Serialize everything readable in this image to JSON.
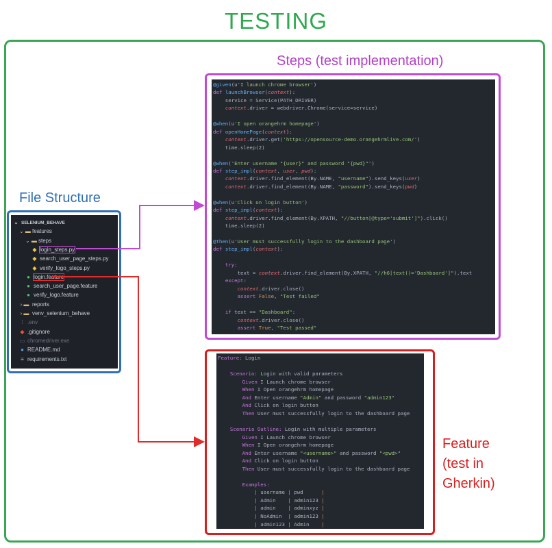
{
  "title": "TESTING",
  "labels": {
    "steps": "Steps (test implementation)",
    "file_structure": "File Structure",
    "feature": [
      "Feature",
      "(test in",
      "Gherkin)"
    ]
  },
  "colors": {
    "title": "#2fa84f",
    "steps": "#c04ad1",
    "file_structure": "#2f6fb5",
    "feature": "#d81e1e"
  },
  "file_tree": [
    {
      "indent": 0,
      "icon": "chevron-down-icon",
      "glyph": "⌄",
      "label": "SELENIUM_BEHAVE",
      "style": "root"
    },
    {
      "indent": 1,
      "icon": "folder-open-icon",
      "glyph": "⌄ ▬",
      "label": "features",
      "style": "folder"
    },
    {
      "indent": 2,
      "icon": "folder-open-icon",
      "glyph": "⌄ ▬",
      "label": "steps",
      "style": "folder"
    },
    {
      "indent": 3,
      "icon": "python-file-icon",
      "glyph": "◆",
      "label": "login_steps.py",
      "style": "py",
      "highlight": "purple"
    },
    {
      "indent": 3,
      "icon": "python-file-icon",
      "glyph": "◆",
      "label": "search_user_page_steps.py",
      "style": "py"
    },
    {
      "indent": 3,
      "icon": "python-file-icon",
      "glyph": "◆",
      "label": "verify_logo_steps.py",
      "style": "py"
    },
    {
      "indent": 2,
      "icon": "cucumber-file-icon",
      "glyph": "●",
      "label": "login.feature",
      "style": "cuke",
      "highlight": "red"
    },
    {
      "indent": 2,
      "icon": "cucumber-file-icon",
      "glyph": "●",
      "label": "search_user_page.feature",
      "style": "cuke"
    },
    {
      "indent": 2,
      "icon": "cucumber-file-icon",
      "glyph": "●",
      "label": "verify_logo.feature",
      "style": "cuke"
    },
    {
      "indent": 1,
      "icon": "folder-closed-icon",
      "glyph": "› ▬",
      "label": "reports",
      "style": "folder"
    },
    {
      "indent": 1,
      "icon": "folder-closed-icon",
      "glyph": "› ▬",
      "label": "venv_selenium_behave",
      "style": "folder"
    },
    {
      "indent": 1,
      "icon": "env-file-icon",
      "glyph": "⁞",
      "label": ".env",
      "style": "dim"
    },
    {
      "indent": 1,
      "icon": "git-file-icon",
      "glyph": "◆",
      "label": ".gitignore",
      "style": "git"
    },
    {
      "indent": 1,
      "icon": "exe-file-icon",
      "glyph": "▭",
      "label": "chromedriver.exe",
      "style": "dim"
    },
    {
      "indent": 1,
      "icon": "info-file-icon",
      "glyph": "●",
      "label": "README.md",
      "style": "info"
    },
    {
      "indent": 1,
      "icon": "text-file-icon",
      "glyph": "≡",
      "label": "requirements.txt",
      "style": "txt"
    }
  ],
  "steps_code": [
    "@given(u'I launch chrome browser')",
    "def launchBrowser(context):",
    "    service = Service(PATH_DRIVER)",
    "    context.driver = webdriver.Chrome(service=service)",
    "",
    "@when(u'I open orangehrm homepage')",
    "def openHomePage(context):",
    "    context.driver.get('https://opensource-demo.orangehrmlive.com/')",
    "    time.sleep(2)",
    "",
    "@when('Enter username \"{user}\" and password \"{pwd}\"')",
    "def step_impl(context, user, pwd):",
    "    context.driver.find_element(By.NAME, \"username\").send_keys(user)",
    "    context.driver.find_element(By.NAME, \"password\").send_keys(pwd)",
    "",
    "@when(u'Click on login button')",
    "def step_impl(context):",
    "    context.driver.find_element(By.XPATH, \"//button[@type='submit']\").click()",
    "    time.sleep(2)",
    "",
    "@then(u'User must successfully login to the dashboard page')",
    "def step_impl(context):",
    "",
    "    try:",
    "        text = context.driver.find_element(By.XPATH, \"//h6[text()='Dashboard']\").text",
    "    except:",
    "        context.driver.close()",
    "        assert False, \"Test failed\"",
    "",
    "    if text == \"Dashboard\":",
    "        context.driver.close()",
    "        assert True, \"Test passed\""
  ],
  "feature_code": [
    "Feature: Login",
    "",
    "    Scenario: Login with valid parameters",
    "        Given I Launch chrome browser",
    "        When I Open orangehrm homepage",
    "        And Enter username \"Admin\" and password \"admin123\"",
    "        And Click on login button",
    "        Then User must successfully login to the dashboard page",
    "",
    "    Scenario Outline: Login with multiple parameters",
    "        Given I Launch chrome browser",
    "        When I Open orangehrm homepage",
    "        And Enter username \"<username>\" and password \"<pwd>\"",
    "        And Click on login button",
    "        Then User must successfully login to the dashboard page",
    "",
    "        Examples:",
    "            | username | pwd      |",
    "            | Admin    | admin123 |",
    "            | admin    | adminxyz |",
    "            | NoAdmin  | admin123 |",
    "            | admin123 | Admin    |"
  ]
}
